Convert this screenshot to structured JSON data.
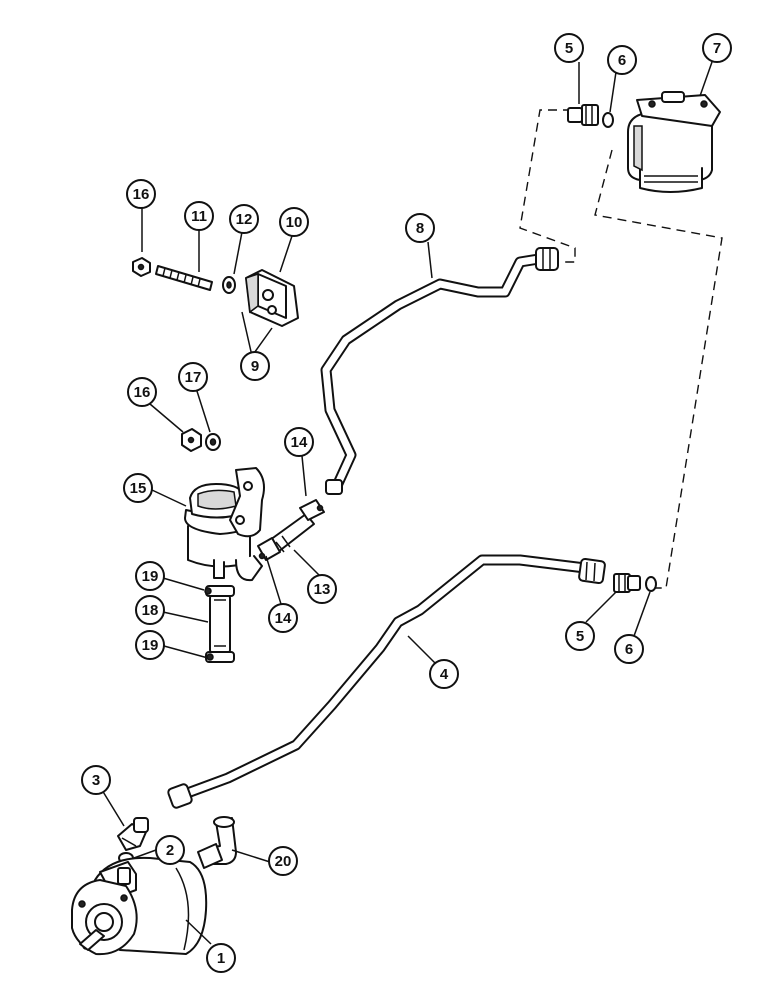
{
  "callouts": [
    {
      "id": "c1",
      "number": "1"
    },
    {
      "id": "c2",
      "number": "2"
    },
    {
      "id": "c3",
      "number": "3"
    },
    {
      "id": "c4",
      "number": "4"
    },
    {
      "id": "c5a",
      "number": "5"
    },
    {
      "id": "c5b",
      "number": "5"
    },
    {
      "id": "c6a",
      "number": "6"
    },
    {
      "id": "c6b",
      "number": "6"
    },
    {
      "id": "c7",
      "number": "7"
    },
    {
      "id": "c8",
      "number": "8"
    },
    {
      "id": "c9",
      "number": "9"
    },
    {
      "id": "c10",
      "number": "10"
    },
    {
      "id": "c11",
      "number": "11"
    },
    {
      "id": "c12",
      "number": "12"
    },
    {
      "id": "c13",
      "number": "13"
    },
    {
      "id": "c14a",
      "number": "14"
    },
    {
      "id": "c14b",
      "number": "14"
    },
    {
      "id": "c15",
      "number": "15"
    },
    {
      "id": "c16a",
      "number": "16"
    },
    {
      "id": "c16b",
      "number": "16"
    },
    {
      "id": "c17",
      "number": "17"
    },
    {
      "id": "c18",
      "number": "18"
    },
    {
      "id": "c19a",
      "number": "19"
    },
    {
      "id": "c19b",
      "number": "19"
    },
    {
      "id": "c20",
      "number": "20"
    }
  ]
}
